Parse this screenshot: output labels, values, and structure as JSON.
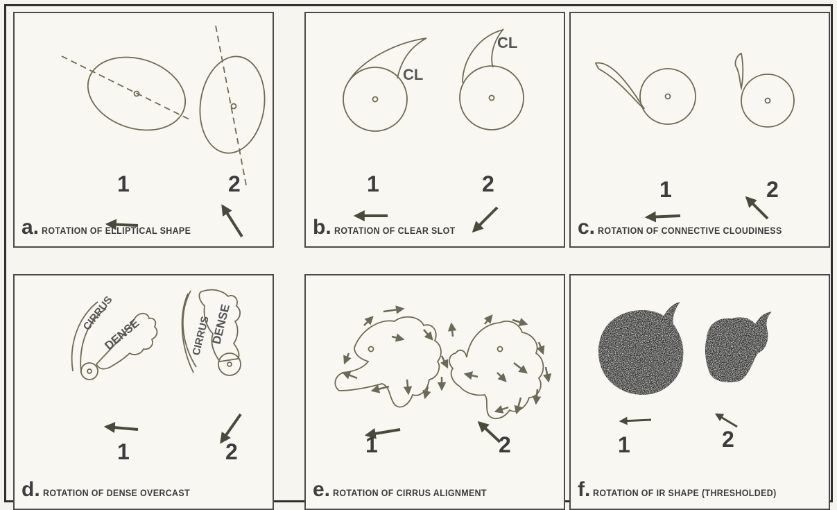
{
  "panels": [
    {
      "letter": "a.",
      "caption": "ROTATION OF ELLIPTICAL SHAPE",
      "num1": "1",
      "num2": "2"
    },
    {
      "letter": "b.",
      "caption": "ROTATION OF CLEAR SLOT",
      "num1": "1",
      "num2": "2",
      "label": "CL"
    },
    {
      "letter": "c.",
      "caption": "ROTATION OF CONNECTIVE CLOUDINESS",
      "num1": "1",
      "num2": "2"
    },
    {
      "letter": "d.",
      "caption": "ROTATION OF DENSE OVERCAST",
      "num1": "1",
      "num2": "2",
      "cirrus": "CIRRUS",
      "dense": "DENSE"
    },
    {
      "letter": "e.",
      "caption": "ROTATION OF CIRRUS ALIGNMENT",
      "num1": "1",
      "num2": "2"
    },
    {
      "letter": "f.",
      "caption": "ROTATION OF IR SHAPE (THRESHOLDED)",
      "num1": "1",
      "num2": "2"
    }
  ],
  "colors": {
    "line": "#6e6a52",
    "arrow": "#4a4a3c",
    "ink": "#3c3c3c",
    "fill": "#2e2e2e"
  }
}
